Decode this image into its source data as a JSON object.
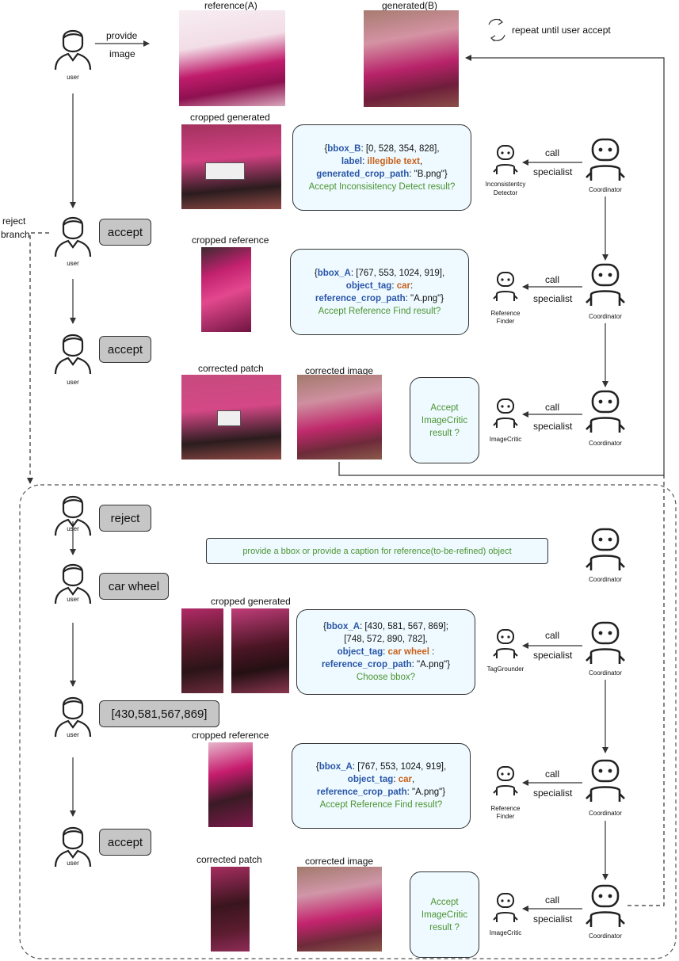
{
  "labels": {
    "provide": "provide",
    "image": "image",
    "reference_a": "reference(A)",
    "generated_b": "generated(B)",
    "repeat": "repeat until user accept",
    "reject_branch_1": "reject",
    "reject_branch_2": "branch",
    "cropped_generated": "cropped generated",
    "cropped_reference": "cropped reference",
    "corrected_patch": "corrected patch",
    "corrected_image": "corrected image",
    "call": "call",
    "specialist": "specialist"
  },
  "roles": {
    "user": "user",
    "coordinator": "Coordinator",
    "inconsistency_detector_1": "Inconsistentcy",
    "inconsistency_detector_2": "Detector",
    "reference_finder_1": "Reference",
    "reference_finder_2": "Finder",
    "imagecritic": "ImageCritic",
    "taggrounder": "TagGrounder"
  },
  "responses": {
    "accept": "accept",
    "reject": "reject",
    "car_wheel": "car wheel",
    "bbox": "[430,581,567,869]"
  },
  "card1": {
    "l1k": "bbox_B",
    "l1v": ": [0, 528, 354, 828],",
    "l2k": "label",
    "l2sep": ": ",
    "l2o": "illegible text",
    "l2end": ",",
    "l3k": "generated_crop_path",
    "l3v": ": \"B.png\"}",
    "l4": "Accept Inconsisitency Detect result?"
  },
  "card2": {
    "l1k": "bbox_A",
    "l1v": ": [767, 553, 1024, 919],",
    "l2k": "object_tag",
    "l2sep": ": ",
    "l2o": "car",
    "l2end": ":",
    "l3k": "reference_crop_path",
    "l3v": ": \"A.png\"}",
    "l4": "Accept Reference Find result?"
  },
  "card3": {
    "l1": "Accept",
    "l2": "ImageCritic",
    "l3": "result ?"
  },
  "prompt": "provide a bbox or provide a caption for reference(to-be-refined) object",
  "card4": {
    "l1k": "bbox_A",
    "l1v": ": [430, 581, 567, 869];",
    "l2": "[748, 572, 890, 782],",
    "l3k": "object_tag",
    "l3sep": ": ",
    "l3o": "car wheel",
    "l3end": " :",
    "l4k": "reference_crop_path",
    "l4v": ": \"A.png\"}",
    "l5": "Choose bbox?"
  },
  "card5": {
    "l1k": "bbox_A",
    "l1v": ": [767, 553, 1024, 919],",
    "l2k": "object_tag",
    "l2sep": ": ",
    "l2o": "car",
    "l2end": ",",
    "l3k": "reference_crop_path",
    "l3v": ": \"A.png\"}",
    "l4": "Accept Reference Find result?"
  },
  "card6": {
    "l1": "Accept",
    "l2": "ImageCritic",
    "l3": "result ?"
  },
  "colors": {
    "key": "#2a56a8",
    "tag": "#c9601a",
    "question": "#4c9430",
    "card": "#eefaff",
    "button": "#c6c6c6"
  }
}
